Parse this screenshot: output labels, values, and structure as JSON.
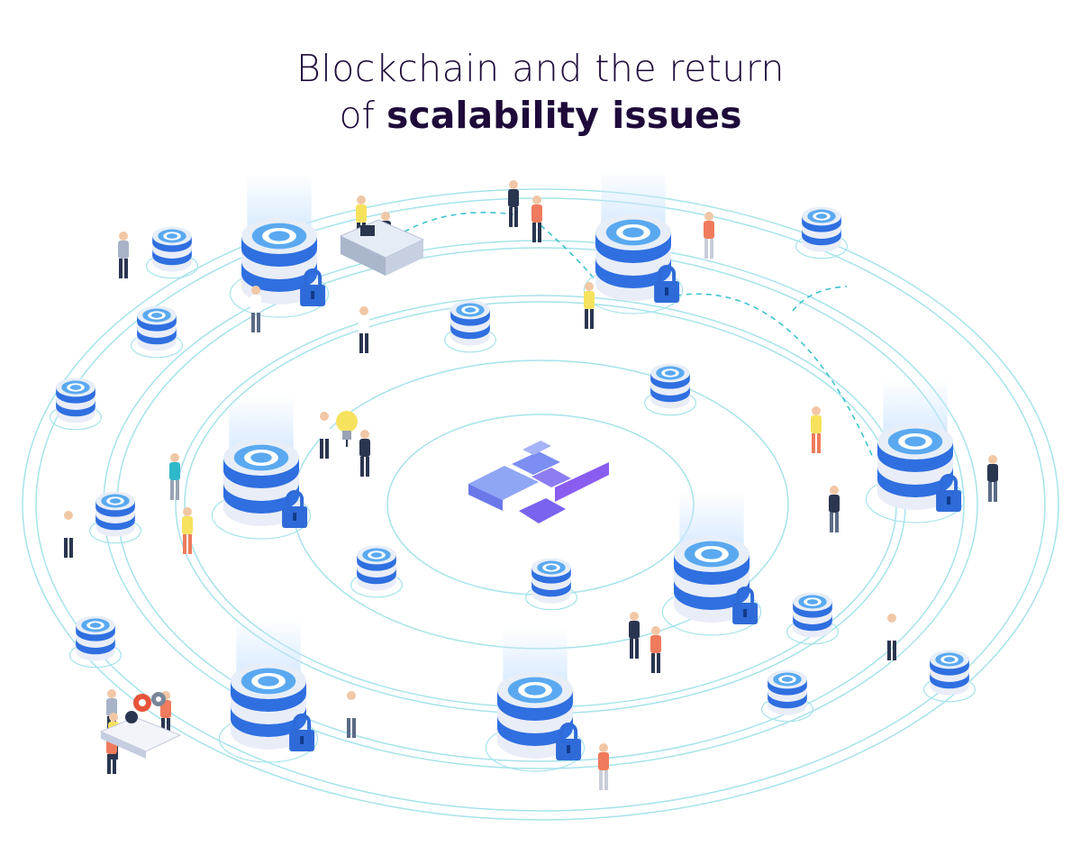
{
  "title": {
    "line1": "Blockchain and the return",
    "line2_prefix": "of",
    "line2_bold": "scalability issues"
  },
  "colors": {
    "ring": "#9fe0e8",
    "dashed": "#3ec3d0",
    "server_top": "#5aa9f0",
    "server_band": "#2f6fe0",
    "server_body": "#e9edf8",
    "lock": "#2f6bd8",
    "logo": "#7b6cf0",
    "title": "#1e0b3a"
  },
  "icons": [
    "server-icon",
    "padlock-icon",
    "logo-icon",
    "person-icon",
    "desk-icon",
    "lightbulb-icon",
    "gear-icon"
  ]
}
